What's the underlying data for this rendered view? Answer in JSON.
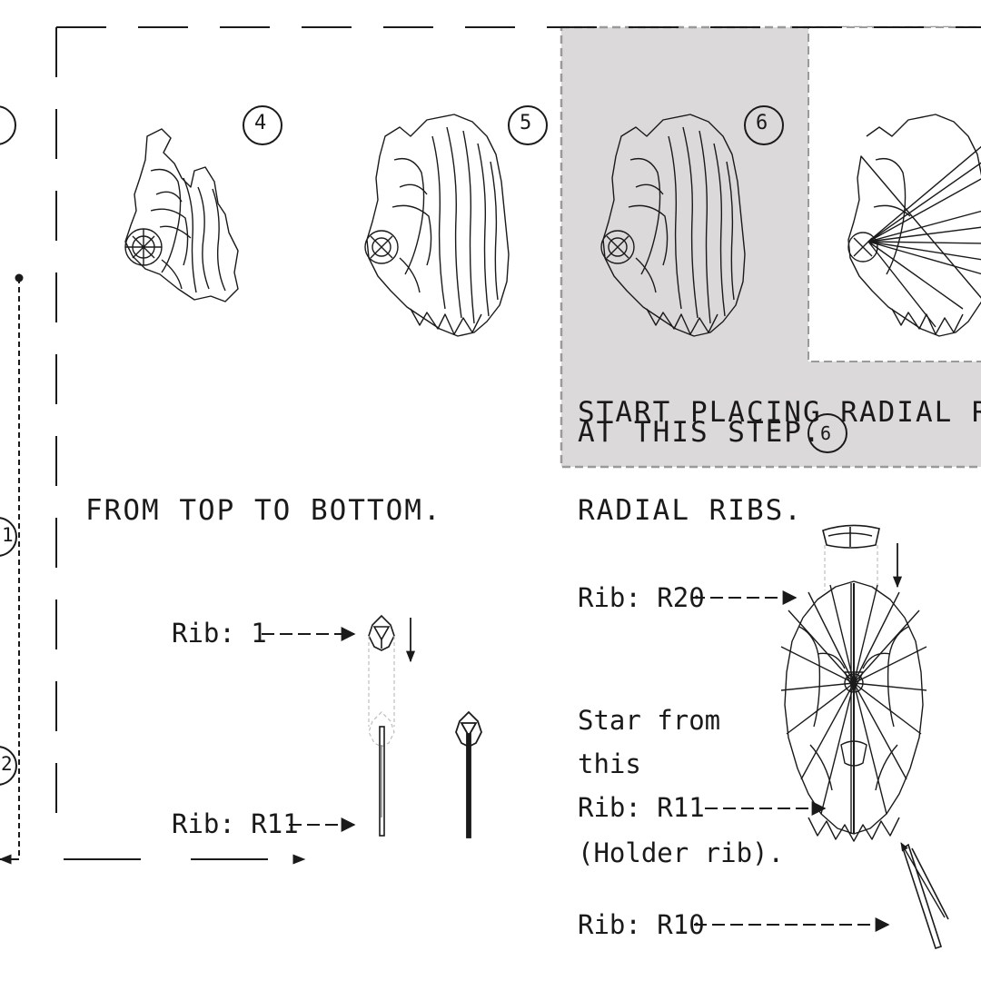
{
  "steps": {
    "step4": {
      "number": "4"
    },
    "step5": {
      "number": "5"
    },
    "step6": {
      "number": "6"
    }
  },
  "left_edge_markers": {
    "m1": "1",
    "m2": "2"
  },
  "panel_mid": {
    "heading": "FROM TOP TO BOTTOM.",
    "callout_top": "Rib: 1",
    "callout_bottom": "Rib: R11"
  },
  "highlight_box": {
    "line1": "START PLACING RADIAL RIB",
    "line2": "AT THIS STEP.",
    "step_ref": "6"
  },
  "panel_right": {
    "heading": "RADIAL RIBS.",
    "callout_r20": "Rib: R20",
    "note_line1": "Star from",
    "note_line2": "this",
    "callout_r11": "Rib: R11",
    "note_holder": "(Holder rib).",
    "callout_r10": "Rib: R10"
  },
  "colors": {
    "ink": "#1a1a1a",
    "highlight_fill": "#dcd9db",
    "highlight_border": "#9a9a9a"
  }
}
